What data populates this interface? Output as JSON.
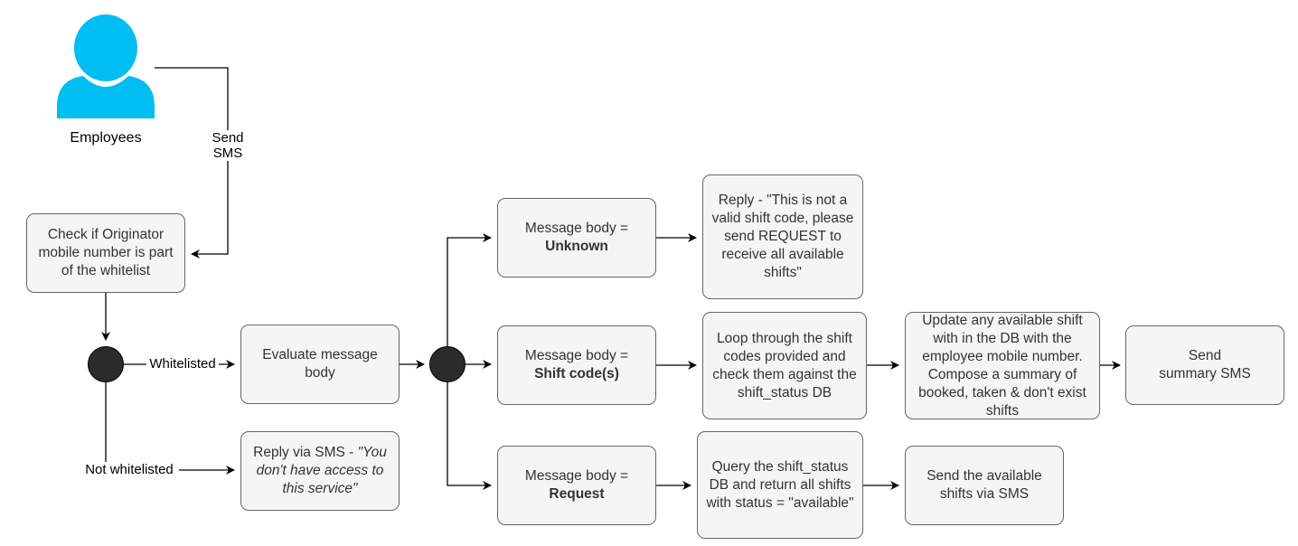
{
  "colors": {
    "actor": "#00bef2",
    "node_fill": "#f5f5f5",
    "node_stroke": "#666666",
    "decision_fill": "#2b2b2b",
    "edge": "#000000"
  },
  "actor": {
    "icon": "person-icon",
    "label": "Employees"
  },
  "edge_labels": {
    "send_sms": "Send\nSMS",
    "whitelisted": "Whitelisted",
    "not_whitelisted": "Not whitelisted"
  },
  "nodes": {
    "check_whitelist": "Check if Originator mobile number is part of the whitelist",
    "evaluate_body": "Evaluate message body",
    "reply_no_access_prefix": "Reply via SMS - ",
    "reply_no_access_italic": "\"You don't have access to this service\"",
    "unknown_prefix": "Message body =",
    "unknown_value": "Unknown",
    "shift_prefix": "Message body =",
    "shift_value": "Shift code(s)",
    "request_prefix": "Message body =",
    "request_value": "Request",
    "reply_invalid": "Reply - \"This is not a valid shift code, please send REQUEST to receive all available shifts\"",
    "loop_codes": "Loop through the shift codes provided and check them against the shift_status DB",
    "update_shift": "Update any available shift with in the DB with the employee mobile number. Compose a summary of booked, taken & don't exist shifts",
    "send_summary": "Send\nsummary SMS",
    "query_status": "Query the shift_status DB and return all shifts with status = \"available\"",
    "send_available": "Send the available shifts via SMS"
  }
}
